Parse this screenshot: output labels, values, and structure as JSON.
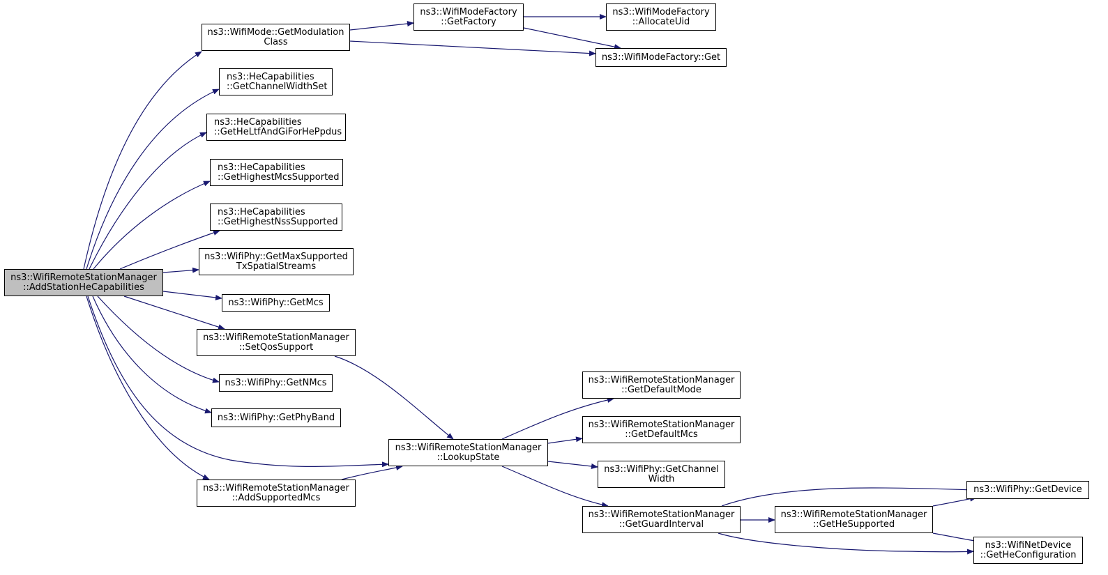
{
  "nodes": [
    {
      "id": "root",
      "lines": [
        "ns3::WifiRemoteStationManager",
        "::AddStationHeCapabilities"
      ]
    },
    {
      "id": "wm_getmodclass",
      "lines": [
        "ns3::WifiMode::GetModulation",
        "Class"
      ]
    },
    {
      "id": "wmf_getfactory",
      "lines": [
        "ns3::WifiModeFactory",
        "::GetFactory"
      ]
    },
    {
      "id": "wmf_allocateuid",
      "lines": [
        "ns3::WifiModeFactory",
        "::AllocateUid"
      ]
    },
    {
      "id": "wmf_get",
      "lines": [
        "ns3::WifiModeFactory::Get"
      ]
    },
    {
      "id": "he_chwidthset",
      "lines": [
        "ns3::HeCapabilities",
        "::GetChannelWidthSet"
      ]
    },
    {
      "id": "he_ltfgi",
      "lines": [
        "ns3::HeCapabilities",
        "::GetHeLtfAndGiForHePpdus"
      ]
    },
    {
      "id": "he_highestmcs",
      "lines": [
        "ns3::HeCapabilities",
        "::GetHighestMcsSupported"
      ]
    },
    {
      "id": "he_highestnss",
      "lines": [
        "ns3::HeCapabilities",
        "::GetHighestNssSupported"
      ]
    },
    {
      "id": "phy_maxss",
      "lines": [
        "ns3::WifiPhy::GetMaxSupported",
        "TxSpatialStreams"
      ]
    },
    {
      "id": "phy_getmcs",
      "lines": [
        "ns3::WifiPhy::GetMcs"
      ]
    },
    {
      "id": "wrsm_setqos",
      "lines": [
        "ns3::WifiRemoteStationManager",
        "::SetQosSupport"
      ]
    },
    {
      "id": "phy_getnmcs",
      "lines": [
        "ns3::WifiPhy::GetNMcs"
      ]
    },
    {
      "id": "phy_getphyband",
      "lines": [
        "ns3::WifiPhy::GetPhyBand"
      ]
    },
    {
      "id": "wrsm_addmcs",
      "lines": [
        "ns3::WifiRemoteStationManager",
        "::AddSupportedMcs"
      ]
    },
    {
      "id": "wrsm_lookup",
      "lines": [
        "ns3::WifiRemoteStationManager",
        "::LookupState"
      ]
    },
    {
      "id": "wrsm_defmode",
      "lines": [
        "ns3::WifiRemoteStationManager",
        "::GetDefaultMode"
      ]
    },
    {
      "id": "wrsm_defmcs",
      "lines": [
        "ns3::WifiRemoteStationManager",
        "::GetDefaultMcs"
      ]
    },
    {
      "id": "phy_chwidth",
      "lines": [
        "ns3::WifiPhy::GetChannel",
        "Width"
      ]
    },
    {
      "id": "wrsm_guard",
      "lines": [
        "ns3::WifiRemoteStationManager",
        "::GetGuardInterval"
      ]
    },
    {
      "id": "wrsm_hesupported",
      "lines": [
        "ns3::WifiRemoteStationManager",
        "::GetHeSupported"
      ]
    },
    {
      "id": "phy_getdevice",
      "lines": [
        "ns3::WifiPhy::GetDevice"
      ]
    },
    {
      "id": "nd_heconfig",
      "lines": [
        "ns3::WifiNetDevice",
        "::GetHeConfiguration"
      ]
    }
  ],
  "edges": [
    [
      "root",
      "wm_getmodclass"
    ],
    [
      "root",
      "he_chwidthset"
    ],
    [
      "root",
      "he_ltfgi"
    ],
    [
      "root",
      "he_highestmcs"
    ],
    [
      "root",
      "he_highestnss"
    ],
    [
      "root",
      "phy_maxss"
    ],
    [
      "root",
      "phy_getmcs"
    ],
    [
      "root",
      "wrsm_setqos"
    ],
    [
      "root",
      "phy_getnmcs"
    ],
    [
      "root",
      "phy_getphyband"
    ],
    [
      "root",
      "wrsm_lookup"
    ],
    [
      "root",
      "wrsm_addmcs"
    ],
    [
      "wm_getmodclass",
      "wmf_getfactory"
    ],
    [
      "wm_getmodclass",
      "wmf_get"
    ],
    [
      "wmf_getfactory",
      "wmf_allocateuid"
    ],
    [
      "wmf_getfactory",
      "wmf_get"
    ],
    [
      "wrsm_setqos",
      "wrsm_lookup"
    ],
    [
      "wrsm_addmcs",
      "wrsm_lookup"
    ],
    [
      "wrsm_lookup",
      "wrsm_defmode"
    ],
    [
      "wrsm_lookup",
      "wrsm_defmcs"
    ],
    [
      "wrsm_lookup",
      "phy_chwidth"
    ],
    [
      "wrsm_lookup",
      "wrsm_guard"
    ],
    [
      "wrsm_guard",
      "phy_getdevice"
    ],
    [
      "wrsm_guard",
      "wrsm_hesupported"
    ],
    [
      "wrsm_guard",
      "nd_heconfig"
    ],
    [
      "wrsm_hesupported",
      "phy_getdevice"
    ],
    [
      "wrsm_hesupported",
      "nd_heconfig"
    ]
  ],
  "colors": {
    "edge": "#191970",
    "root_fill": "#bfbfbf",
    "node_fill": "#ffffff",
    "border": "#000000"
  }
}
